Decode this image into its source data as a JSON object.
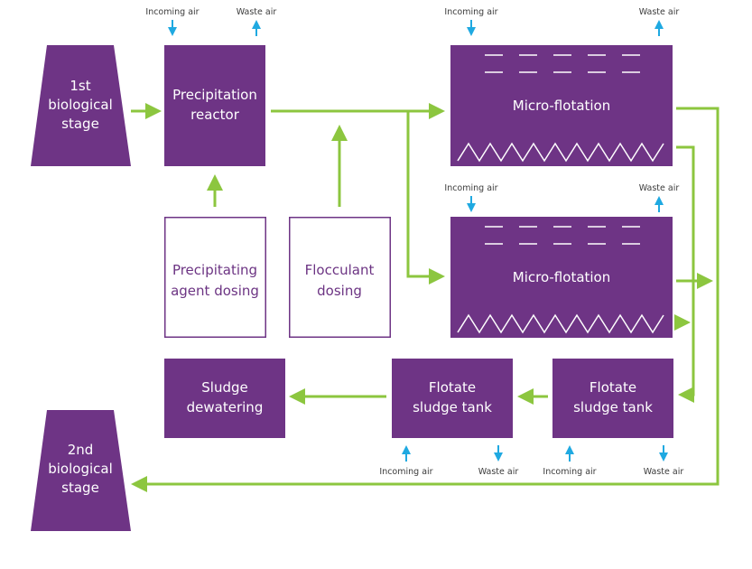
{
  "colors": {
    "purple": "#6e3485",
    "green": "#8cc63f",
    "blue": "#1fa9e1",
    "text_dark": "#3b3b3b",
    "white": "#ffffff"
  },
  "stages": {
    "first": [
      "1st",
      "biological",
      "stage"
    ],
    "second": [
      "2nd",
      "biological",
      "stage"
    ]
  },
  "precipitation_reactor": [
    "Precipitation",
    "reactor"
  ],
  "precipitating_dosing": [
    "Precipitating",
    "agent dosing"
  ],
  "flocculant_dosing": [
    "Flocculant",
    "dosing"
  ],
  "micro_flotation_1": "Micro-flotation",
  "micro_flotation_2": "Micro-flotation",
  "sludge_dewatering": [
    "Sludge",
    "dewatering"
  ],
  "flotate_tank_1": [
    "Flotate",
    "sludge tank"
  ],
  "flotate_tank_2": [
    "Flotate",
    "sludge tank"
  ],
  "air": {
    "incoming": "Incoming air",
    "waste": "Waste air"
  }
}
